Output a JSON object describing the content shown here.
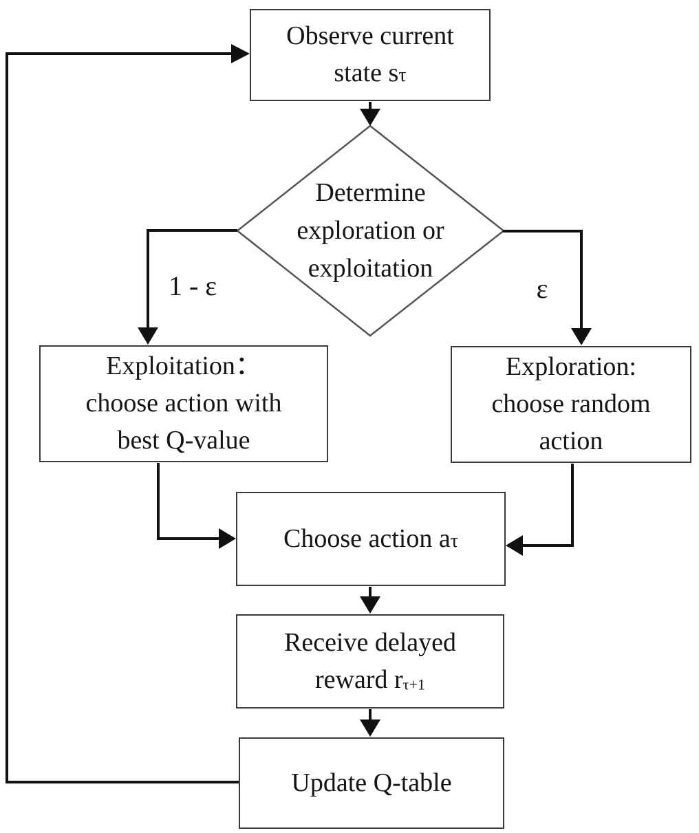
{
  "diagram": {
    "colors": {
      "background": "#ffffff",
      "connector_line": "#111111",
      "box_border": "#3a3a3a",
      "diamond_border": "#555555",
      "text": "#151515"
    },
    "nodes": {
      "observe": {
        "line1": "Observe current",
        "line2_main": "state s",
        "line2_sub": "τ"
      },
      "decision": {
        "line1": "Determine",
        "line2": "exploration or",
        "line3": "exploitation"
      },
      "exploitation": {
        "line1": "Exploitation：",
        "line2": "choose action with",
        "line3": "best Q-value"
      },
      "exploration": {
        "line1": "Exploration:",
        "line2": "choose random",
        "line3": "action"
      },
      "choose_action": {
        "main": "Choose action a",
        "sub": "τ"
      },
      "receive_reward": {
        "line1": "Receive delayed",
        "line2_main": "reward r",
        "line2_sub": "τ+1"
      },
      "update_qtable": {
        "label": "Update Q-table"
      }
    },
    "edge_labels": {
      "exploitation_branch": "1 - ε",
      "exploration_branch": "ε"
    }
  }
}
